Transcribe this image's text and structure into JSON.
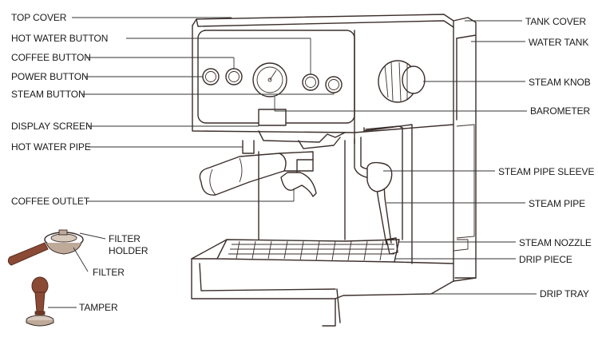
{
  "labels": {
    "top_cover": "TOP COVER",
    "hot_water_button": "HOT WATER BUTTON",
    "coffee_button": "COFFEE BUTTON",
    "power_button": "POWER BUTTON",
    "steam_button": "STEAM BUTTON",
    "display_screen": "DISPLAY SCREEN",
    "hot_water_pipe": "HOT WATER PIPE",
    "coffee_outlet": "COFFEE OUTLET",
    "filter_holder_line1": "FILTER",
    "filter_holder_line2": "HOLDER",
    "filter": "FILTER",
    "tamper": "TAMPER",
    "tank_cover": "TANK COVER",
    "water_tank": "WATER TANK",
    "steam_knob": "STEAM KNOB",
    "barometer": "BAROMETER",
    "steam_pipe_sleeve": "STEAM PIPE SLEEVE",
    "steam_pipe": "STEAM PIPE",
    "steam_nozzle": "STEAM NOZZLE",
    "drip_piece": "DRIP PIECE",
    "drip_tray": "DRIP TRAY"
  },
  "colors": {
    "accessory_brown": "#8b4a35",
    "accessory_dark": "#6e3828",
    "line": "#3a2e2a"
  }
}
